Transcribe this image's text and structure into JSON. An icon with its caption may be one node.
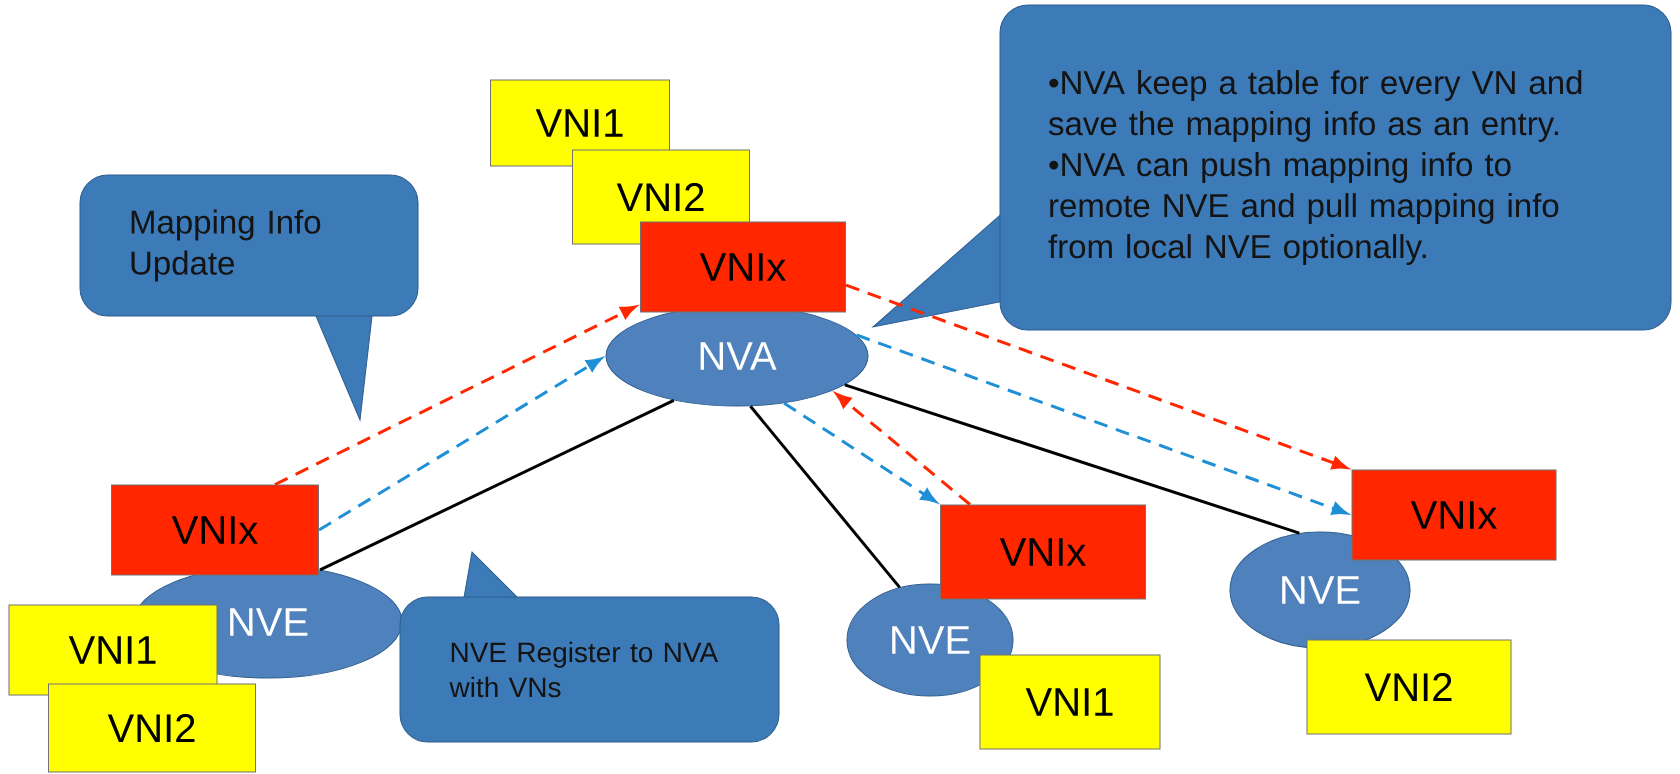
{
  "diagram": {
    "nodes": [
      {
        "text": [
          "VNI1"
        ]
      },
      {
        "text": [
          "VNI2"
        ]
      },
      {
        "text": [
          "VNIx"
        ]
      },
      {
        "text": [
          "NVA"
        ]
      },
      {
        "text": [
          "•NVA keep a table for every VN and save the mapping info as an entry.",
          "•NVA can push mapping info to remote NVE and pull mapping info from local NVE optionally."
        ]
      },
      {
        "text": [
          "Mapping Info Update"
        ]
      },
      {
        "text": [
          "VNIx"
        ]
      },
      {
        "text": [
          "NVE"
        ]
      },
      {
        "text": [
          "VNI1"
        ]
      },
      {
        "text": [
          "VNI2"
        ]
      },
      {
        "text": [
          "NVE Register to NVA with VNs"
        ]
      },
      {
        "text": [
          "NVE"
        ]
      },
      {
        "text": [
          "VNIx"
        ]
      },
      {
        "text": [
          "VNI1"
        ]
      },
      {
        "text": [
          "NVE"
        ]
      },
      {
        "text": [
          "VNIx"
        ]
      },
      {
        "text": [
          "VNI2"
        ]
      }
    ],
    "edges": [
      {
        "from": 7,
        "to": 3,
        "arrow": "none",
        "color": "#000000"
      },
      {
        "from": 11,
        "to": 3,
        "arrow": "none",
        "color": "#000000"
      },
      {
        "from": 14,
        "to": 3,
        "arrow": "none",
        "color": "#000000"
      },
      {
        "from": 6,
        "to": 2,
        "arrow": "to",
        "style": "dashed",
        "color": "#ff2600"
      },
      {
        "from": 6,
        "to": 3,
        "arrow": "to",
        "style": "dashed",
        "color": "#1f8fd6"
      },
      {
        "from": 2,
        "to": 15,
        "arrow": "to",
        "style": "dashed",
        "color": "#ff2600"
      },
      {
        "from": 3,
        "to": 15,
        "arrow": "to",
        "style": "dashed",
        "color": "#1f8fd6"
      },
      {
        "from": 3,
        "to": 12,
        "arrow": "to",
        "style": "dashed",
        "color": "#1f8fd6"
      },
      {
        "from": 12,
        "to": 3,
        "arrow": "to",
        "style": "dashed",
        "color": "#ff2600"
      }
    ]
  }
}
